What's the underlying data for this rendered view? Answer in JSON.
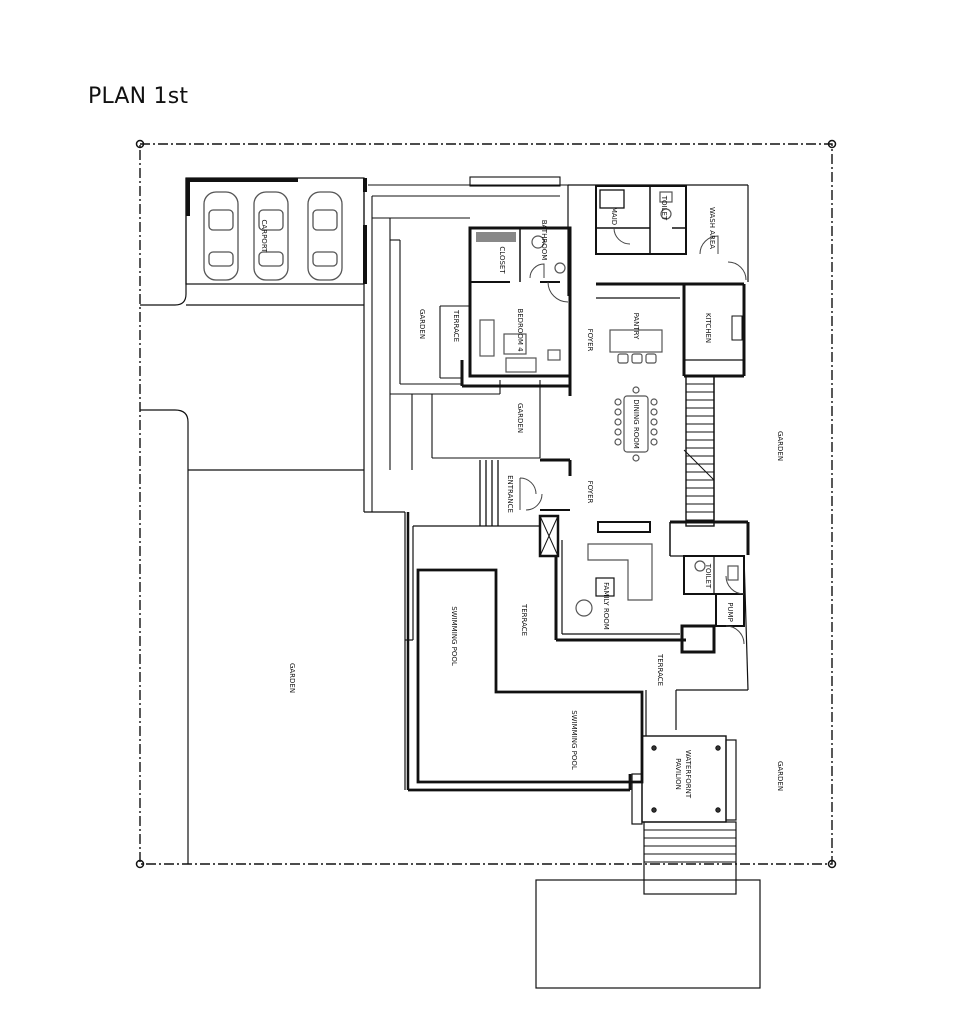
{
  "title": "PLAN 1st",
  "rooms": {
    "carport": "CARPORT",
    "maid": "MAID",
    "toilet_upper": "TOILET",
    "wash_area": "WASH AREA",
    "bathroom": "BATHROOM",
    "closet": "CLOSET",
    "garden_left_inner": "GARDEN",
    "terrace_upper": "TERRACE",
    "bedroom": "BEDROOM 4",
    "foyer_upper": "FOYER",
    "pantry": "PANTRY",
    "kitchen": "KITCHEN",
    "dining": "DINING ROOM",
    "garden_mid": "GARDEN",
    "garden_right_upper": "GARDEN",
    "entrance": "ENTRANCE",
    "foyer_lower": "FOYER",
    "toilet_lower": "TOILET",
    "pump": "PUMP",
    "family": "FAMILY ROOM",
    "swimming_pool_left": "SWIMMING POOL",
    "terrace_mid": "TERRACE",
    "terrace_right": "TERRACE",
    "garden_big": "GARDEN",
    "swimming_pool_lower": "SWIMMING POOL",
    "pavilion_line1": "WATERFORNT",
    "pavilion_line2": "PAVILION",
    "garden_right_lower": "GARDEN"
  }
}
